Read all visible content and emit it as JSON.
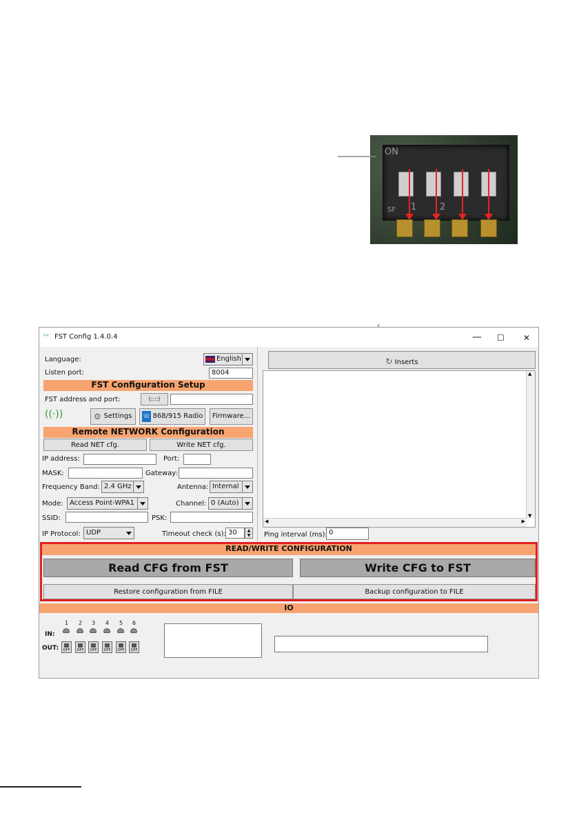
{
  "window": {
    "title": "FST Config 1.4.0.4",
    "controls": {
      "minimize": "—",
      "maximize": "☐",
      "close": "✕"
    }
  },
  "left": {
    "language_label": "Language:",
    "language_value": "English",
    "listen_port_label": "Listen port:",
    "listen_port_value": "8004",
    "fst_setup_header": "FST Configuration Setup",
    "fst_address_label": "FST address and port:",
    "fst_address_value": "",
    "settings_button": "Settings",
    "radio_button": "868/915 Radio",
    "firmware_button": "Firmware...",
    "remote_header": "Remote NETWORK Configuration",
    "read_net_button": "Read NET cfg.",
    "write_net_button": "Write NET cfg.",
    "ip_label": "IP address:",
    "ip_value": "",
    "port_label": "Port:",
    "port_value": "",
    "mask_label": "MASK:",
    "mask_value": "",
    "gateway_label": "Gateway:",
    "gateway_value": "",
    "freq_label": "Frequency Band:",
    "freq_value": "2.4 GHz",
    "antenna_label": "Antenna:",
    "antenna_value": "Internal",
    "mode_label": "Mode:",
    "mode_value": "Access Point-WPA1",
    "channel_label": "Channel:",
    "channel_value": "0 (Auto)",
    "ssid_label": "SSID:",
    "ssid_value": "",
    "psk_label": "PSK:",
    "psk_value": "",
    "ipproto_label": "IP Protocol:",
    "ipproto_value": "UDP",
    "timeout_label": "Timeout check (s):",
    "timeout_value": "30"
  },
  "right": {
    "inserts_button": "Inserts",
    "ping_label": "Ping interval (ms):",
    "ping_value": "0"
  },
  "rw": {
    "header": "READ/WRITE CONFIGURATION",
    "read_cfg": "Read CFG from FST",
    "write_cfg": "Write CFG to FST",
    "restore": "Restore configuration from FILE",
    "backup": "Backup configuration to FILE"
  },
  "io": {
    "header": "IO",
    "in_label": "IN:",
    "out_label": "OUT:",
    "channels": [
      "1",
      "2",
      "3",
      "4",
      "5",
      "6"
    ],
    "off_label": "OFF"
  },
  "photo": {
    "label_on": "ON",
    "label_sf": "SF",
    "label_1": "1",
    "label_2": "2"
  },
  "colors": {
    "section": "#f7a471",
    "highlight": "#e02020",
    "arrow": "#e52525"
  }
}
